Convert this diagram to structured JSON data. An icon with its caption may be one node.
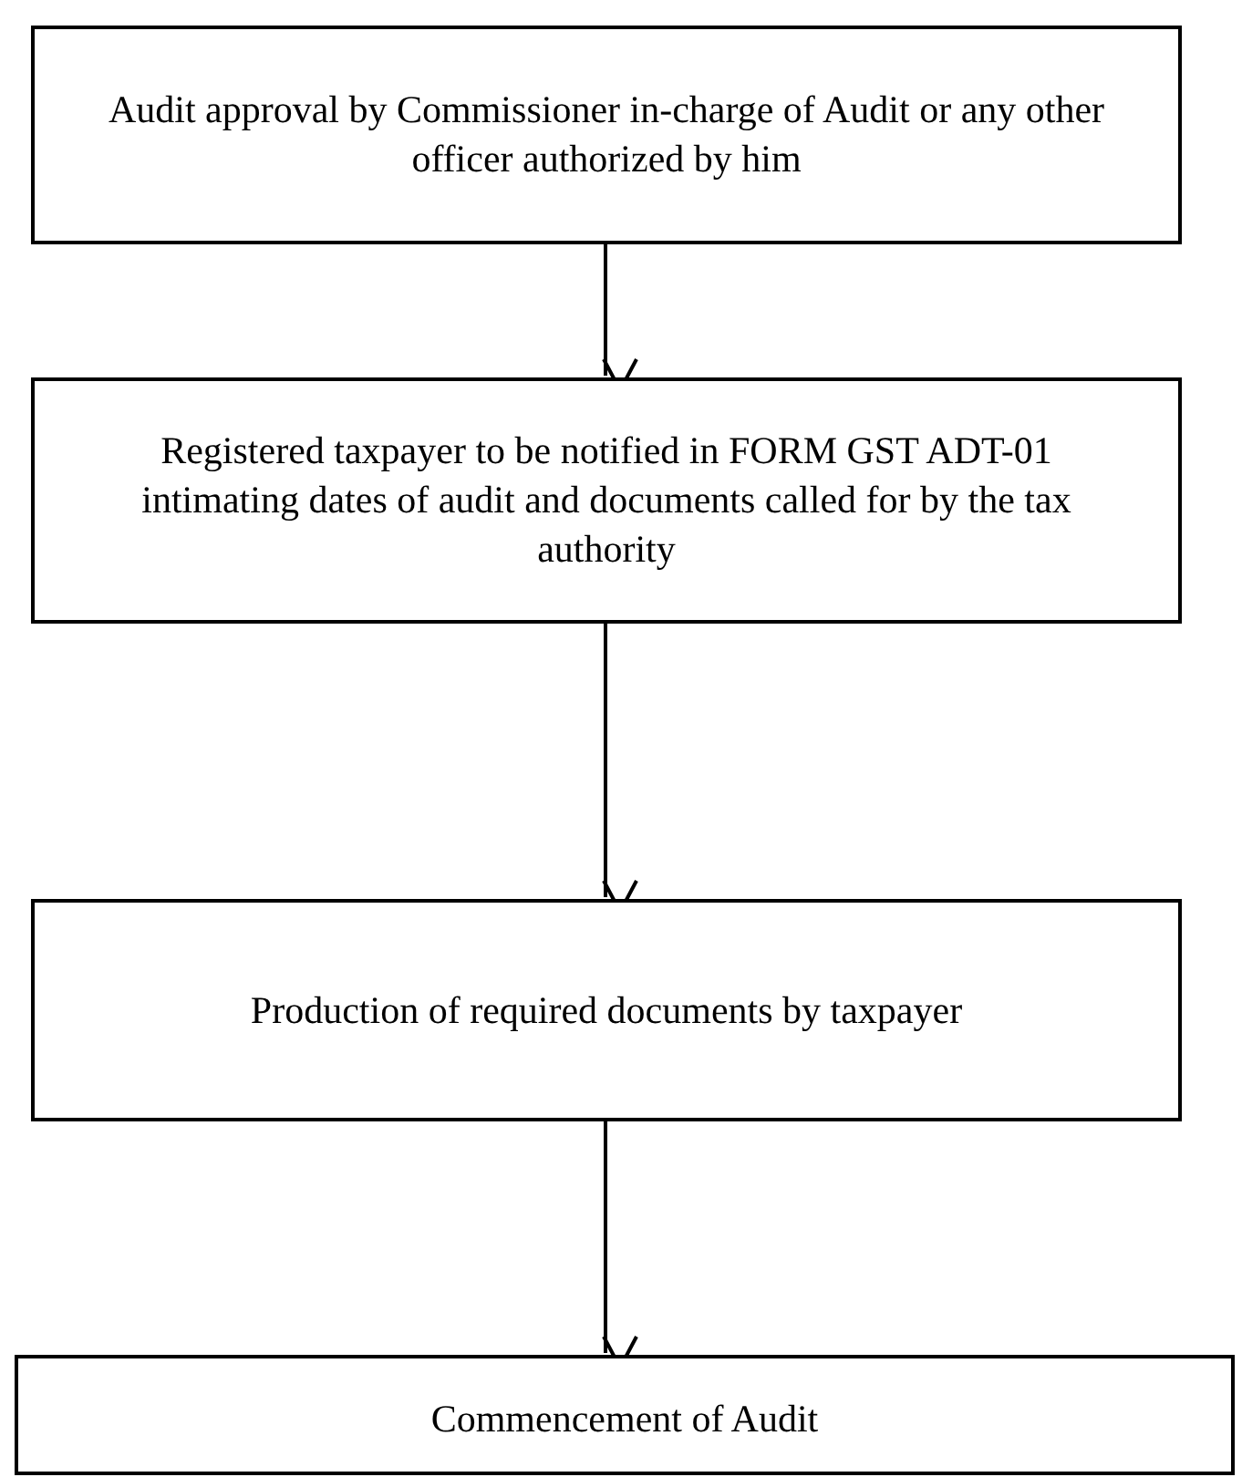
{
  "diagram": {
    "nodes": [
      {
        "text": [
          "Audit approval by Commissioner in-charge of Audit or any other officer authorized by him"
        ]
      },
      {
        "text": [
          "Registered taxpayer to be notified in FORM GST ADT-01 intimating dates of audit and documents called for by the tax authority"
        ]
      },
      {
        "text": [
          "Production of required documents by taxpayer"
        ]
      },
      {
        "text": [
          "Commencement of Audit"
        ]
      }
    ],
    "edges": [
      {
        "from": 0,
        "to": 1,
        "arrow": "to"
      },
      {
        "from": 1,
        "to": 2,
        "arrow": "to"
      },
      {
        "from": 2,
        "to": 3,
        "arrow": "to"
      }
    ]
  }
}
